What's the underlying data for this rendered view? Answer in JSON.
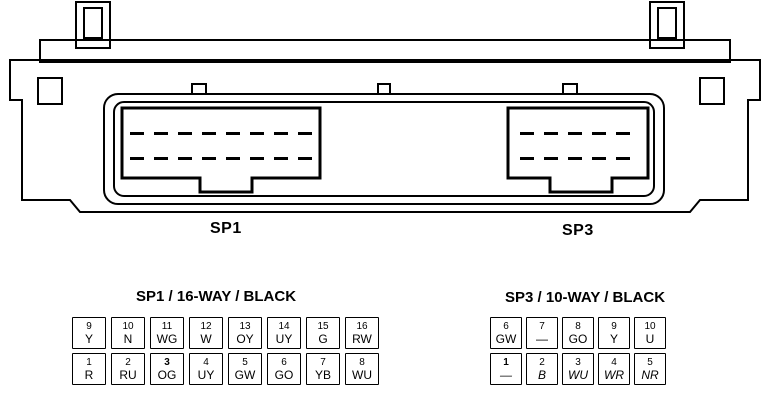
{
  "connector_labels": {
    "left": "SP1",
    "right": "SP3"
  },
  "sp1": {
    "title": "SP1 / 16-WAY / BLACK",
    "top_row": [
      {
        "num": "9",
        "code": "Y"
      },
      {
        "num": "10",
        "code": "N"
      },
      {
        "num": "11",
        "code": "WG"
      },
      {
        "num": "12",
        "code": "W"
      },
      {
        "num": "13",
        "code": "OY"
      },
      {
        "num": "14",
        "code": "UY"
      },
      {
        "num": "15",
        "code": "G"
      },
      {
        "num": "16",
        "code": "RW"
      }
    ],
    "bottom_row": [
      {
        "num": "1",
        "code": "R"
      },
      {
        "num": "2",
        "code": "RU"
      },
      {
        "num": "3",
        "code": "OG"
      },
      {
        "num": "4",
        "code": "UY"
      },
      {
        "num": "5",
        "code": "GW"
      },
      {
        "num": "6",
        "code": "GO"
      },
      {
        "num": "7",
        "code": "YB"
      },
      {
        "num": "8",
        "code": "WU"
      }
    ]
  },
  "sp3": {
    "title": "SP3 / 10-WAY / BLACK",
    "top_row": [
      {
        "num": "6",
        "code": "GW"
      },
      {
        "num": "7",
        "code": "—"
      },
      {
        "num": "8",
        "code": "GO"
      },
      {
        "num": "9",
        "code": "Y"
      },
      {
        "num": "10",
        "code": "U"
      }
    ],
    "bottom_row": [
      {
        "num": "1",
        "code": "—"
      },
      {
        "num": "2",
        "code": "B"
      },
      {
        "num": "3",
        "code": "WU"
      },
      {
        "num": "4",
        "code": "WR"
      },
      {
        "num": "5",
        "code": "NR"
      }
    ]
  }
}
